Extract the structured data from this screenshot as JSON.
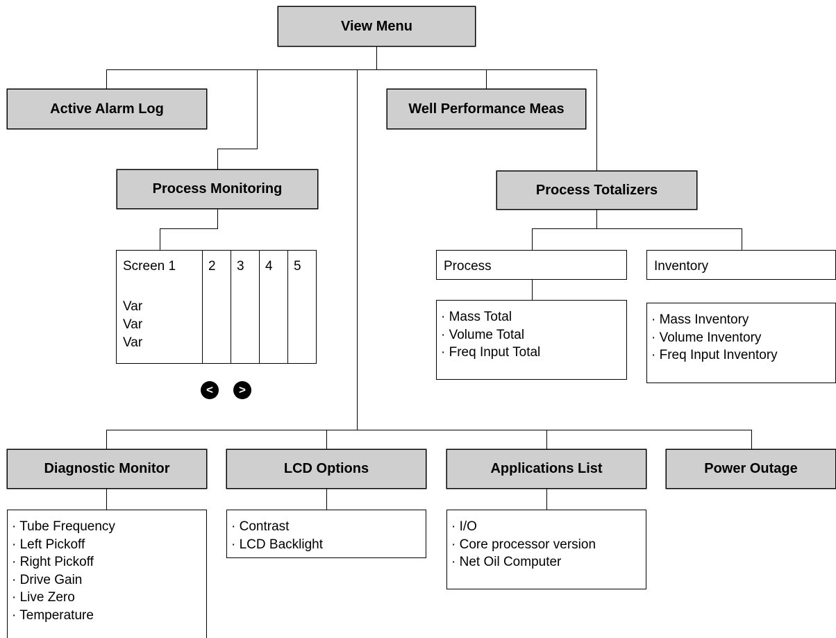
{
  "root": {
    "label": "View Menu"
  },
  "nodes": {
    "active_alarm_log": "Active Alarm Log",
    "process_monitoring": "Process Monitoring",
    "well_performance": "Well Performance Meas",
    "process_totalizers": "Process Totalizers",
    "diagnostic_monitor": "Diagnostic Monitor",
    "lcd_options": "LCD Options",
    "applications_list": "Applications List",
    "power_outage": "Power Outage"
  },
  "screens": {
    "first_label": "Screen 1",
    "numbers": [
      "2",
      "3",
      "4",
      "5"
    ],
    "vars": [
      "Var",
      "Var",
      "Var"
    ],
    "prev_icon": "<",
    "next_icon": ">"
  },
  "totalizers": {
    "process_label": "Process",
    "inventory_label": "Inventory",
    "process_items": [
      "· Mass Total",
      "· Volume Total",
      "· Freq Input Total"
    ],
    "inventory_items": [
      "· Mass Inventory",
      "· Volume Inventory",
      "· Freq Input Inventory"
    ]
  },
  "diagnostic_items": [
    "· Tube Frequency",
    "· Left Pickoff",
    "· Right Pickoff",
    "· Drive Gain",
    "· Live Zero",
    "· Temperature"
  ],
  "lcd_items": [
    "· Contrast",
    "· LCD Backlight"
  ],
  "applications_items": [
    "· I/O",
    "· Core processor version",
    "· Net Oil Computer"
  ]
}
